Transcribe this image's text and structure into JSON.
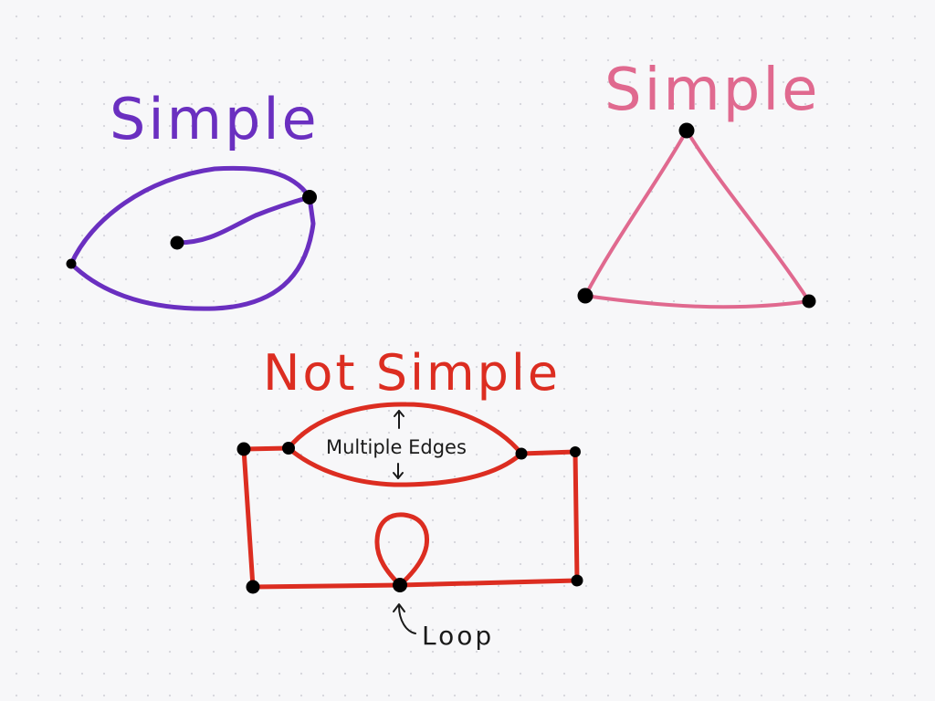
{
  "colors": {
    "purple": "#6a2fc0",
    "pink": "#e0698f",
    "red": "#dc2d21",
    "vertex": "#000000",
    "background": "#f7f7f9"
  },
  "graphs": {
    "purple": {
      "title": "Simple"
    },
    "pink": {
      "title": "Simple"
    },
    "red": {
      "title": "Not Simple",
      "multi_edge_label": "Multiple Edges",
      "loop_label": "Loop"
    }
  }
}
